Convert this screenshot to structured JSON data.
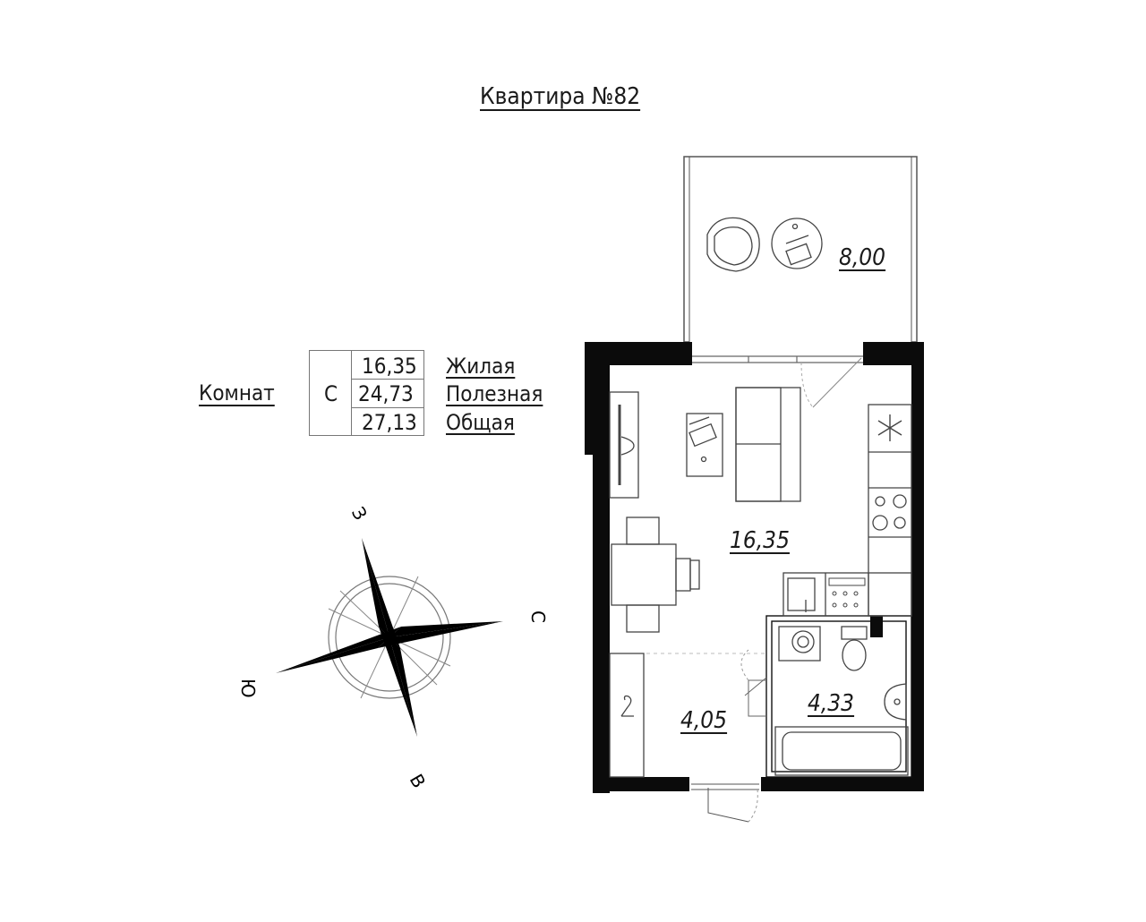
{
  "title": "Квартира №82",
  "summary": {
    "rooms_label": "Комнат",
    "rooms_value": "С",
    "rows": [
      {
        "value": "16,35",
        "label": "Жилая"
      },
      {
        "value": "24,73",
        "label": "Полезная"
      },
      {
        "value": "27,13",
        "label": "Общая"
      }
    ]
  },
  "rooms": {
    "balcony_area": "8,00",
    "living_area": "16,35",
    "hall_area": "4,05",
    "bathroom_area": "4,33"
  },
  "compass": {
    "west": "З",
    "north": "С",
    "south": "Ю",
    "east": "В"
  }
}
